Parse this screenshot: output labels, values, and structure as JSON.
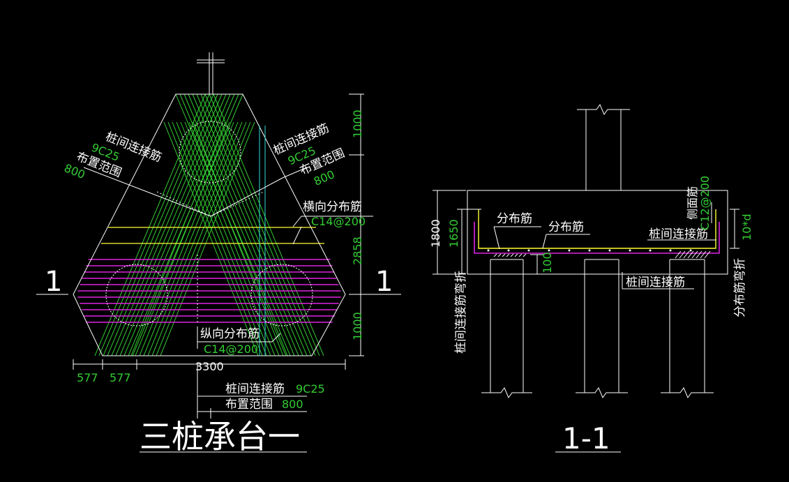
{
  "colors": {
    "background": "#000000",
    "outline": "#ffffff",
    "rebar_green": "#33cc33",
    "rebar_magenta": "#dd22dd",
    "rebar_yellow": "#ffff33",
    "axis_cyan": "#33dddd",
    "dimension_green": "#33cc33"
  },
  "plan": {
    "title": "三桩承台一",
    "section_mark": "1",
    "label_left_rebar": "桩间连接筋",
    "label_left_bars": "9C25",
    "label_left_range": "布置范围",
    "label_left_width": "800",
    "label_right_rebar": "桩间连接筋",
    "label_right_bars": "9C25",
    "label_right_range": "布置范围",
    "label_right_width": "800",
    "label_transverse": "横向分布筋",
    "label_transverse_spec": "C14@200",
    "label_longitudinal": "纵向分布筋",
    "label_longitudinal_spec": "C14@200",
    "label_bottom_rebar": "桩间连接筋",
    "label_bottom_bars": "9C25",
    "label_bottom_range": "布置范围",
    "label_bottom_width": "800",
    "dim_total_width": "3300",
    "dim_edge_1": "577",
    "dim_edge_2": "577",
    "dim_top": "1000",
    "dim_middle": "2858",
    "dim_bottom": "1000"
  },
  "section": {
    "title": "1-1",
    "label_dist_1": "分布筋",
    "label_dist_2": "分布筋",
    "label_side": "侧面筋",
    "label_side_spec": "C12@200",
    "label_connect_top": "桩间连接筋",
    "label_connect_bottom": "桩间连接筋",
    "label_anchor": "10*d",
    "label_left_bend": "桩间连接筋弯折",
    "label_right_bend": "分布筋弯折",
    "dim_total_height": "1800",
    "dim_inner_height": "1650",
    "dim_embed": "100"
  }
}
